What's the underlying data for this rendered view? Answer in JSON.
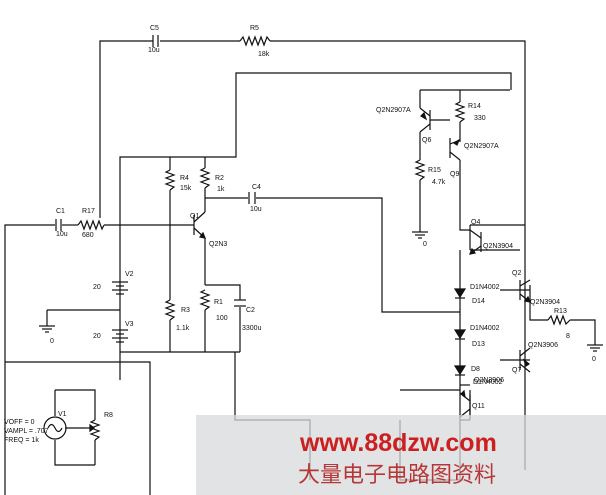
{
  "components": {
    "C5": {
      "ref": "C5",
      "value": "10u"
    },
    "R5": {
      "ref": "R5",
      "value": "18k"
    },
    "C1": {
      "ref": "C1",
      "value": "10u"
    },
    "R17": {
      "ref": "R17",
      "value": "680"
    },
    "R4": {
      "ref": "R4",
      "value": "15k"
    },
    "R2": {
      "ref": "R2",
      "value": "1k"
    },
    "C4": {
      "ref": "C4",
      "value": "10u"
    },
    "Q1": {
      "ref": "Q1",
      "value": "Q2N3"
    },
    "V2": {
      "ref": "V2",
      "value": "20"
    },
    "V3": {
      "ref": "V3",
      "value": "20"
    },
    "R3": {
      "ref": "R3",
      "value": "1.1k"
    },
    "R1": {
      "ref": "R1",
      "value": "100"
    },
    "C2": {
      "ref": "C2",
      "value": "3300u"
    },
    "Q6": {
      "ref": "Q6",
      "value": "Q2N2907A"
    },
    "Q9": {
      "ref": "Q9",
      "value": "Q2N2907A"
    },
    "R14": {
      "ref": "R14",
      "value": "330"
    },
    "R15": {
      "ref": "R15",
      "value": "4.7k"
    },
    "Q4": {
      "ref": "Q4",
      "value": "Q2N3904"
    },
    "Q2": {
      "ref": "Q2",
      "value": "Q2N3904"
    },
    "Q7": {
      "ref": "Q7",
      "value": "Q2N3906"
    },
    "Q11": {
      "ref": "Q11",
      "value": "Q2N3906"
    },
    "D14": {
      "ref": "D14",
      "value": "D1N4002"
    },
    "D13": {
      "ref": "D13",
      "value": "D1N4002"
    },
    "D8": {
      "ref": "D8",
      "value": "D1N4002"
    },
    "R13": {
      "ref": "R13",
      "value": "8"
    },
    "R8": {
      "ref": "R8",
      "value": ""
    },
    "V1": {
      "ref": "V1",
      "params": [
        "VOFF = 0",
        "VAMPL = .707",
        "FREQ = 1k"
      ]
    }
  },
  "ground_label": "0",
  "watermark": {
    "url": "www.88dzw.com",
    "text": "大量电子电路图资料",
    "url_color": "#cc1f1f",
    "text_color": "#b01a1a"
  },
  "colors": {
    "ink": "#111111",
    "background": "#ffffff",
    "watermark_band": "#d8dadc"
  }
}
